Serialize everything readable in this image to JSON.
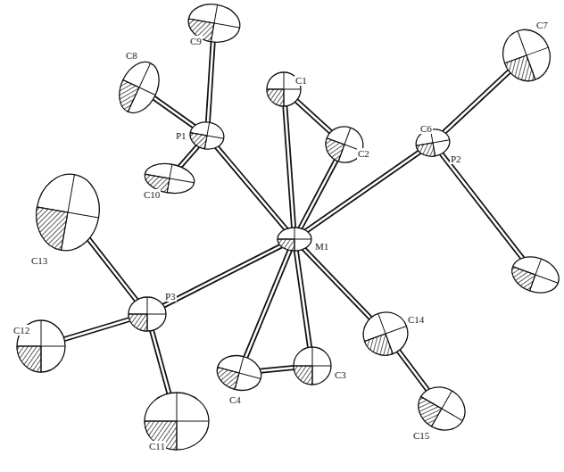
{
  "diagram": {
    "labels": [
      "C9",
      "C8",
      "P1",
      "C10",
      "C1",
      "C2",
      "C6",
      "P2",
      "C7",
      "M1",
      "C13",
      "P3",
      "C12",
      "C11",
      "C4",
      "C3",
      "C14",
      "C15"
    ]
  }
}
